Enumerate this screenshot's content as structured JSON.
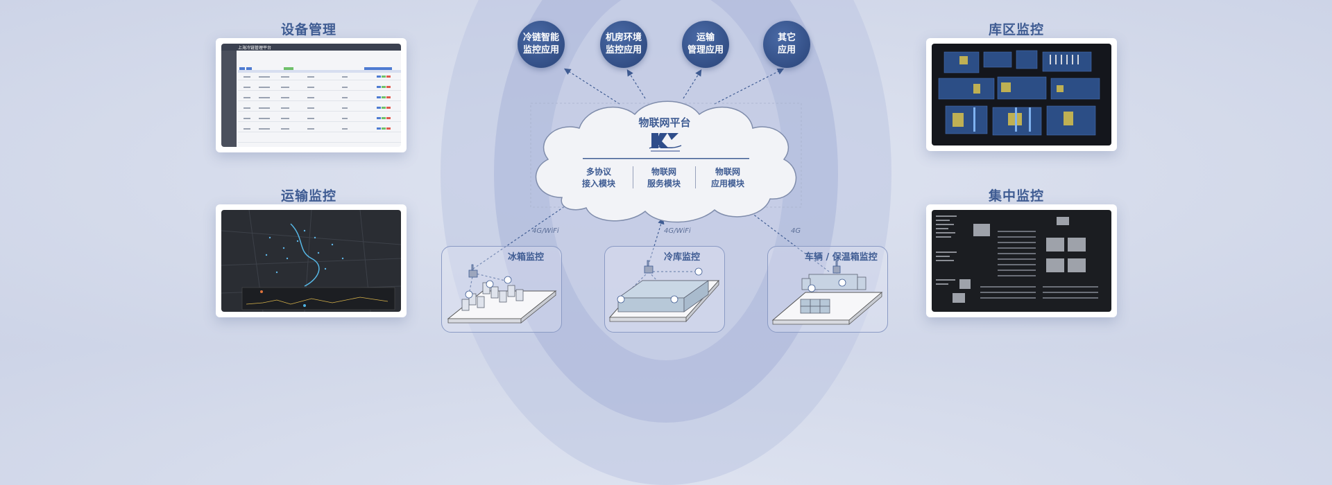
{
  "left": {
    "device_mgmt": {
      "title": "设备管理",
      "app_title": "上海冷链管理平台"
    },
    "transport": {
      "title": "运输监控"
    }
  },
  "right": {
    "warehouse": {
      "title": "库区监控"
    },
    "central": {
      "title": "集中监控"
    }
  },
  "apps": [
    {
      "line1": "冷链智能",
      "line2": "监控应用"
    },
    {
      "line1": "机房环境",
      "line2": "监控应用"
    },
    {
      "line1": "运输",
      "line2": "管理应用"
    },
    {
      "line1": "其它",
      "line2": "应用"
    }
  ],
  "platform": {
    "title": "物联网平台",
    "modules": [
      {
        "line1": "多协议",
        "line2": "接入模块"
      },
      {
        "line1": "物联网",
        "line2": "服务模块"
      },
      {
        "line1": "物联网",
        "line2": "应用模块"
      }
    ]
  },
  "sources": [
    {
      "label": "冰箱监控",
      "network": "4G/WiFi"
    },
    {
      "label": "冷库监控",
      "network": "4G/WiFi"
    },
    {
      "label": "车辆 / 保温箱监控",
      "network": "4G"
    }
  ],
  "colors": {
    "accent": "#3f5c93",
    "circle": "#334f86"
  }
}
